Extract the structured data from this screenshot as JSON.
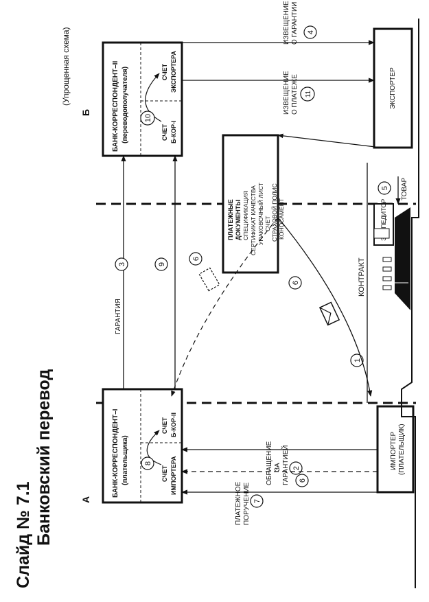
{
  "slide": {
    "number": "Слайд № 7.1",
    "title": "Банковский перевод",
    "subtitle": "(Упрощенная схема)"
  },
  "sides": {
    "a": "А",
    "b": "Б"
  },
  "bank1": {
    "title": "БАНК-КОРРЕСПОНДЕНТ–I",
    "subtitle": "(плательщика)",
    "acc_importer_1": "СЧЕТ",
    "acc_importer_2": "ИМПОРТЕРА",
    "acc_bkor2_1": "СЧЕТ",
    "acc_bkor2_2": "Б-КОР-II",
    "step": "8"
  },
  "bank2": {
    "title": "БАНК-КОРРЕСПОНДЕНТ–II",
    "subtitle": "(переводополучателя)",
    "acc_bkor1_1": "СЧЕТ",
    "acc_bkor1_2": "Б-КОР-I",
    "acc_exporter_1": "СЧЕТ",
    "acc_exporter_2": "ЭКСПОРТЕРА",
    "step": "10"
  },
  "importer": {
    "line1": "ИМПОРТЕР",
    "line2": "(ПЛАТЕЛЬЩИК)"
  },
  "exporter": {
    "label": "ЭКСПОРТЕР"
  },
  "forwarder": {
    "label": "ЭКСПЕДИТОР"
  },
  "docs": {
    "title1": "ПЛАТЕЖНЫЕ",
    "title2": "ДОКУМЕНТЫ",
    "items": [
      "СПЕЦИФИКАЦИЯ",
      "СЕРТИФИКАТ КАЧЕСТВА",
      "УПАКОВОЧНЫЙ ЛИСТ",
      "СЧЕТ",
      "СТРАХОВОЙ ПОЛИС",
      "КОНОСАМЕНТ"
    ]
  },
  "flows": {
    "guarantee": "ГАРАНТИЯ",
    "contract": "КОНТРАКТ",
    "goods": "ТОВАР",
    "request_1": "ОБРАЩЕНИЕ",
    "request_2": "ЗА",
    "request_3": "ГАРАНТИЕЙ",
    "order_1": "ПЛАТЕЖНОЕ",
    "order_2": "ПОРУЧЕНИЕ",
    "notice_g_1": "ИЗВЕЩЕНИЕ",
    "notice_g_2": "О ГАРАНТИИ",
    "notice_p_1": "ИЗВЕЩЕНИЕ",
    "notice_p_2": "О ПЛАТЕЖЕ"
  },
  "steps": {
    "s1": "1",
    "s2": "2",
    "s3": "3",
    "s4": "4",
    "s5": "5",
    "s6a": "6",
    "s6b": "6",
    "s6c": "6",
    "s7": "7",
    "s9": "9",
    "s11": "11"
  }
}
